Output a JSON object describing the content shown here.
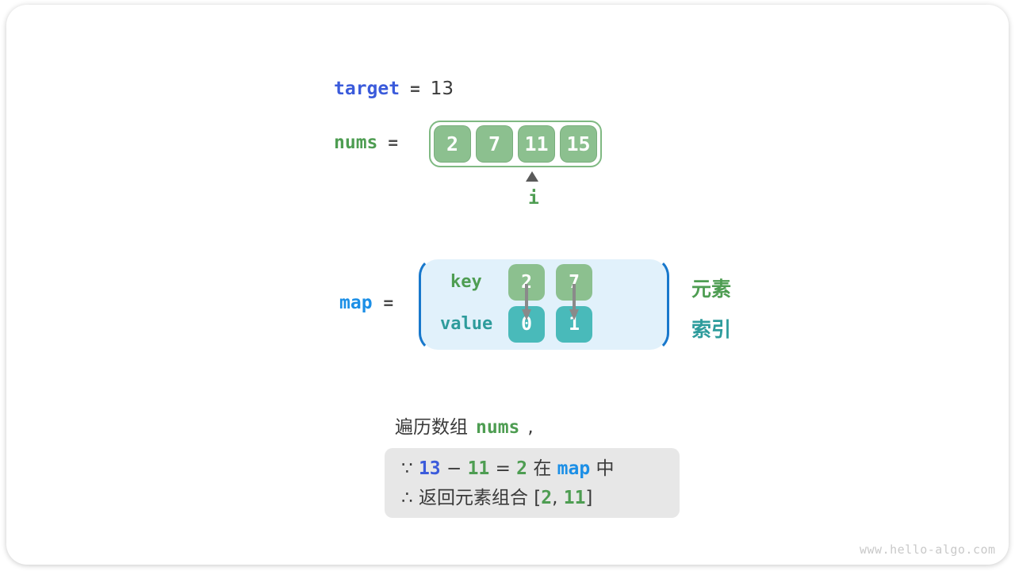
{
  "target_row": {
    "name": "target",
    "equals": "=",
    "value": "13"
  },
  "nums_row": {
    "name": "nums",
    "equals": "=",
    "cells": [
      "2",
      "7",
      "11",
      "15"
    ],
    "pointer": {
      "label": "i",
      "points_to_value": "11",
      "points_to_index": 2
    }
  },
  "map_row": {
    "name": "map",
    "equals": "=",
    "key_label": "key",
    "value_label": "value",
    "keys": [
      "2",
      "7"
    ],
    "values": [
      "0",
      "1"
    ],
    "legend": {
      "key": "元素",
      "value": "索引"
    }
  },
  "caption": {
    "prefix": "遍历数组",
    "code": "nums",
    "suffix": ","
  },
  "conclusion": {
    "line1": [
      {
        "t": "∵ ",
        "s": ""
      },
      {
        "t": "13",
        "s": "blue"
      },
      {
        "t": " − ",
        "s": ""
      },
      {
        "t": "11",
        "s": "green"
      },
      {
        "t": " = ",
        "s": ""
      },
      {
        "t": "2",
        "s": "green"
      },
      {
        "t": " 在 ",
        "s": ""
      },
      {
        "t": "map",
        "s": "sky"
      },
      {
        "t": " 中",
        "s": ""
      }
    ],
    "line2": [
      {
        "t": "∴ 返回元素组合 [",
        "s": ""
      },
      {
        "t": "2",
        "s": "green"
      },
      {
        "t": ", ",
        "s": ""
      },
      {
        "t": "11",
        "s": "green"
      },
      {
        "t": "]",
        "s": ""
      }
    ]
  },
  "watermark": "www.hello-algo.com",
  "colors": {
    "royal_blue": "#3b5bdb",
    "sky_blue": "#1c8fe6",
    "green_text": "#4e9d52",
    "teal_text": "#2e9c9c",
    "green_cell": "#8cc08f",
    "teal_cell": "#49baba",
    "map_bg": "#e1f1fb",
    "map_border": "#1878cc",
    "conclusion_bg": "#e7e7e7"
  }
}
